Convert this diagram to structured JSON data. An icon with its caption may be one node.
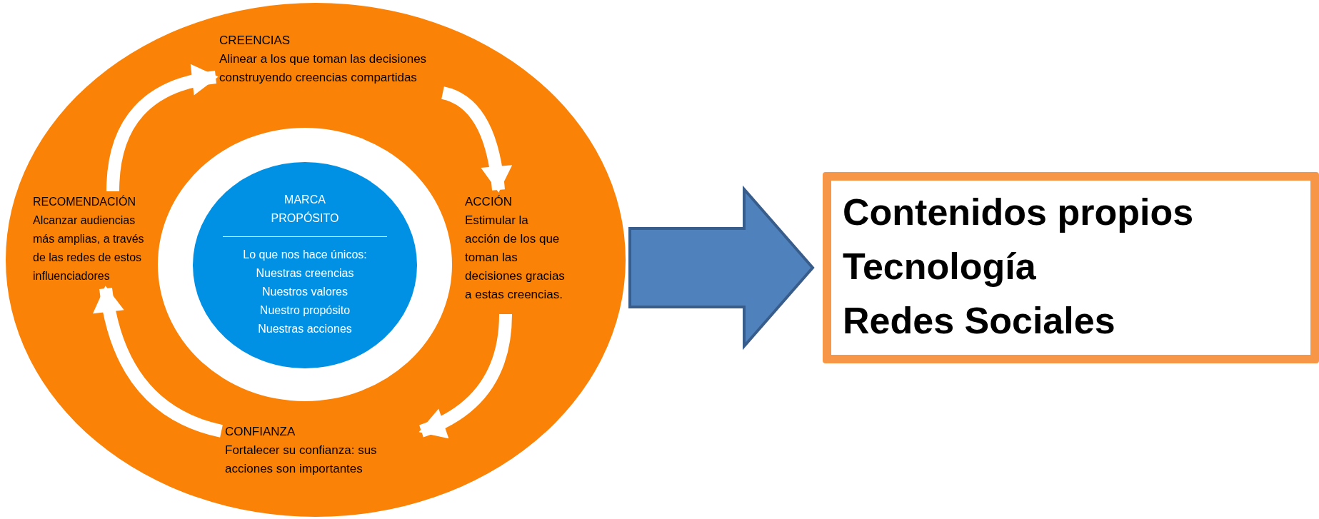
{
  "diagram": {
    "nodes": [
      {
        "text": [],
        "shape": "circle"
      },
      {
        "text": [
          "CREENCIAS",
          "Alinear a los que toman las decisiones construyendo creencias compartidas"
        ],
        "in": 0
      },
      {
        "text": [
          "ACCIÓN",
          "Estimular  la acción de los que toman las decisiones gracias a estas creencias."
        ],
        "in": 0
      },
      {
        "text": [
          "CONFIANZA",
          "Fortalecer su confianza: sus acciones son importantes"
        ],
        "in": 0
      },
      {
        "text": [
          "RECOMENDACIÓN",
          "Alcanzar audiencias más amplias, a través de las redes de estos influenciadores"
        ],
        "in": 0
      },
      {
        "text": [],
        "shape": "circle",
        "in": 0
      },
      {
        "text": [
          "MARCA PROPÓSITO",
          "Lo que nos hace únicos:",
          "Nuestras creencias",
          "Nuestros valores",
          "Nuestro propósito",
          "Nuestras acciones"
        ],
        "in": 5
      },
      {
        "text": [
          "Contenidos propios",
          "Tecnología",
          "Redes Sociales"
        ]
      }
    ],
    "edges": [
      {
        "from": 4,
        "to": 1,
        "arrow": "to"
      },
      {
        "from": 1,
        "to": 2,
        "arrow": "to"
      },
      {
        "from": 2,
        "to": 3,
        "arrow": "to"
      },
      {
        "from": 3,
        "to": 4,
        "arrow": "to"
      },
      {
        "from": 0,
        "to": 7,
        "arrow": "to",
        "style": "thick",
        "color": "#4f81bd"
      }
    ]
  }
}
